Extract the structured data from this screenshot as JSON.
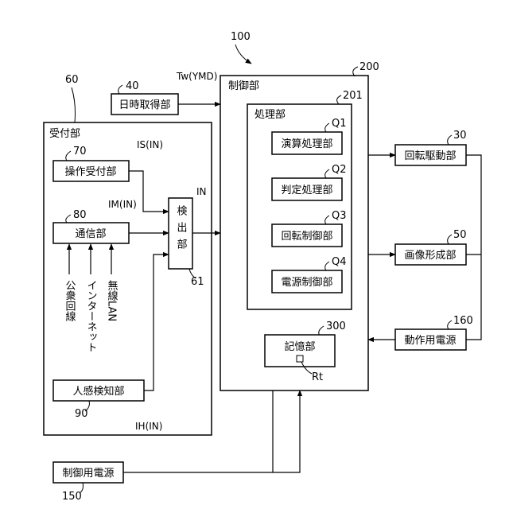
{
  "figure_number": "100",
  "date_unit": {
    "label": "日時取得部",
    "ref": "40"
  },
  "date_signal": "Tw(YMD)",
  "control": {
    "label": "制御部",
    "ref": "200",
    "processing": {
      "label": "処理部",
      "ref": "201",
      "units": [
        {
          "label": "演算処理部",
          "ref": "Q1"
        },
        {
          "label": "判定処理部",
          "ref": "Q2"
        },
        {
          "label": "回転制御部",
          "ref": "Q3"
        },
        {
          "label": "電源制御部",
          "ref": "Q4"
        }
      ]
    },
    "memory": {
      "label": "記憶部",
      "ref": "300",
      "data_ref": "Rt"
    }
  },
  "reception": {
    "label": "受付部",
    "ref": "60",
    "operation": {
      "label": "操作受付部",
      "ref": "70",
      "signal": "IS(IN)"
    },
    "communication": {
      "label": "通信部",
      "ref": "80",
      "signal": "IM(IN)",
      "inputs": [
        "公衆回線",
        "インターネット",
        "無線LAN"
      ]
    },
    "human": {
      "label": "人感検知部",
      "ref": "90",
      "signal": "IH(IN)"
    },
    "detector": {
      "label": "検出部",
      "ref": "61"
    },
    "output_signal": "IN"
  },
  "outputs": [
    {
      "label": "回転駆動部",
      "ref": "30"
    },
    {
      "label": "画像形成部",
      "ref": "50"
    },
    {
      "label": "動作用電源",
      "ref": "160"
    }
  ],
  "control_power": {
    "label": "制御用電源",
    "ref": "150"
  }
}
